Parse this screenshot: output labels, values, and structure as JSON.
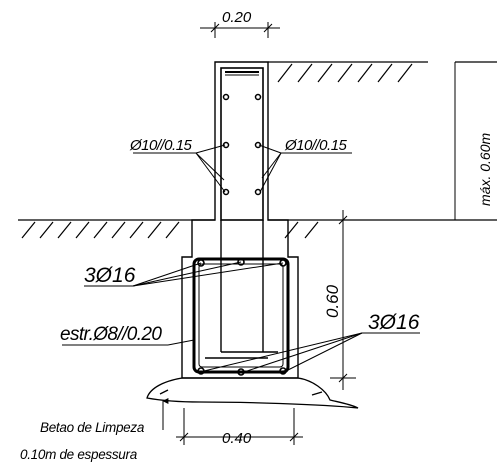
{
  "drawing": {
    "top_width": "0.20",
    "stirrup_left": "Ø10//0.15",
    "stirrup_right": "Ø10//0.15",
    "max_depth": "máx. 0.60m",
    "bars_top": "3Ø16",
    "bars_bottom": "3Ø16",
    "footing_height": "0.60",
    "main_stirrup": "estr.Ø8//0.20",
    "lean_concrete_line1": "Betao de Limpeza",
    "lean_concrete_line2": "0.10m de espessura",
    "footing_width": "0.40"
  }
}
